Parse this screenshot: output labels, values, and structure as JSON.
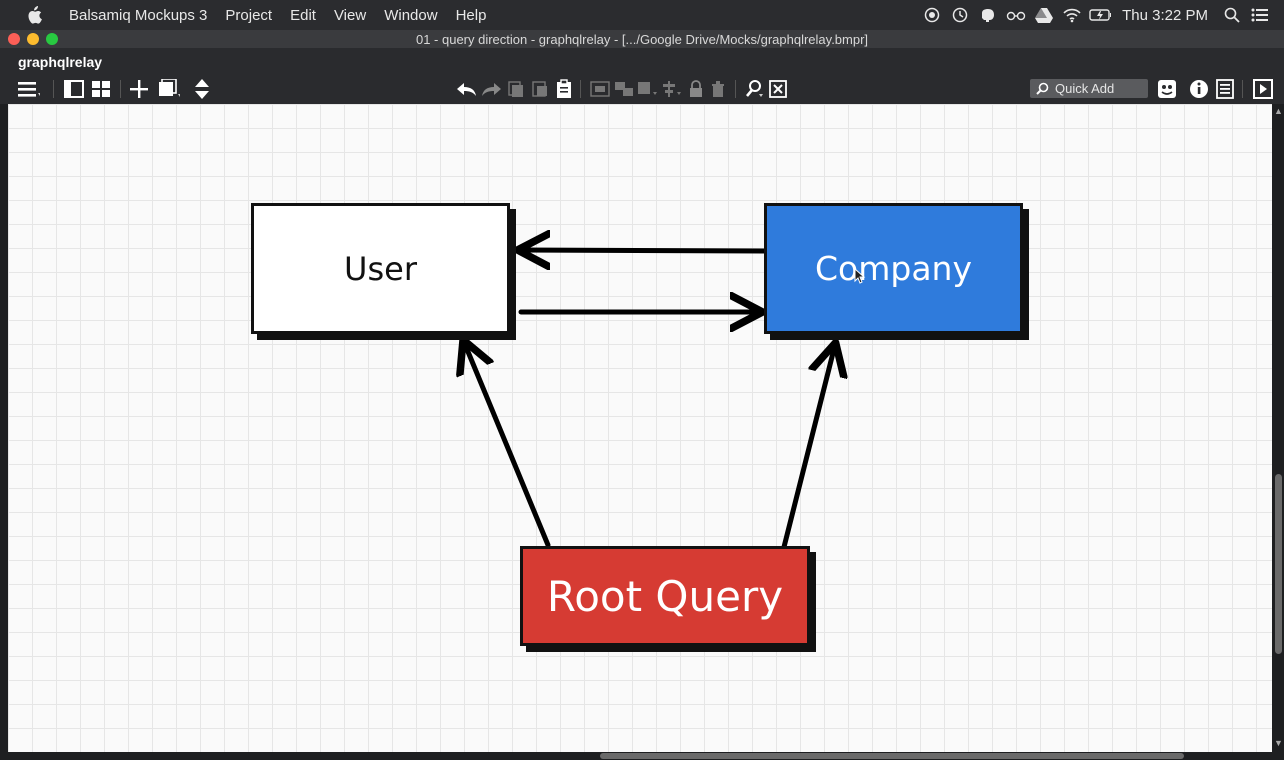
{
  "menubar": {
    "app_name": "Balsamiq Mockups 3",
    "items": [
      "Project",
      "Edit",
      "View",
      "Window",
      "Help"
    ],
    "clock": "Thu 3:22 PM"
  },
  "window": {
    "title": "01 - query direction - graphqlrelay - [.../Google Drive/Mocks/graphqlrelay.bmpr]"
  },
  "project": {
    "name": "graphqlrelay"
  },
  "toolbar": {
    "quick_add_label": "Quick Add"
  },
  "diagram": {
    "nodes": {
      "user": "User",
      "company": "Company",
      "root": "Root Query"
    },
    "colors": {
      "user_fill": "#ffffff",
      "company_fill": "#2f7bdc",
      "root_fill": "#d63b33"
    }
  }
}
